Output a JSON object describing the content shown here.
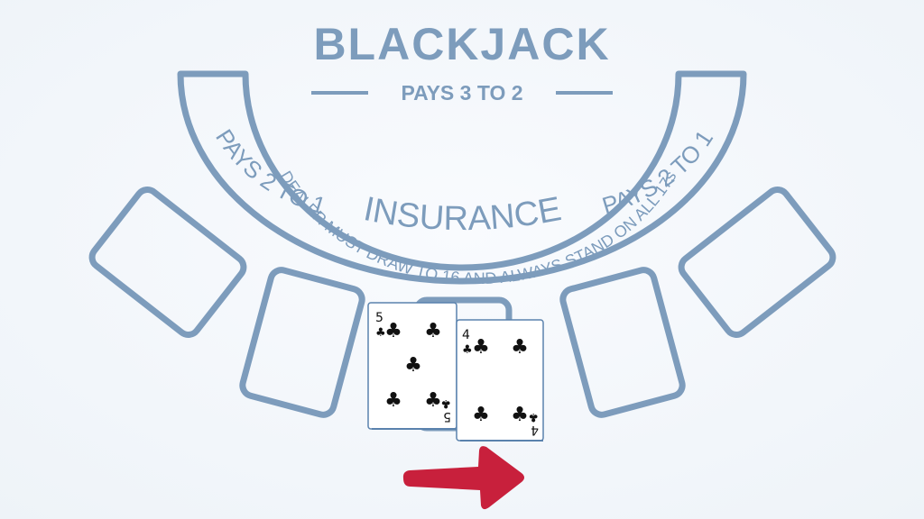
{
  "table": {
    "title": "BLACKJACK",
    "subtitle": "PAYS 3 TO 2",
    "dealer_rule": "DEALER MUST DRAW TO 16 AND ALWAYS STAND ON ALL 17s",
    "insurance_label": "INSURANCE",
    "insurance_pays_left": "PAYS 2 TO 1",
    "insurance_pays_right": "PAYS 2 TO 1"
  },
  "colors": {
    "felt_line": "#7d9cbc",
    "background": "#f7f9fc",
    "arrow": "#c8203c",
    "card_ink": "#111111"
  },
  "player_hand": {
    "cards": [
      {
        "rank": "5",
        "suit": "clubs",
        "suit_glyph": "♣"
      },
      {
        "rank": "4",
        "suit": "clubs",
        "suit_glyph": "♣"
      }
    ]
  },
  "betting_spots": {
    "count": 5
  },
  "indicator": {
    "icon": "arrow-right-icon"
  }
}
